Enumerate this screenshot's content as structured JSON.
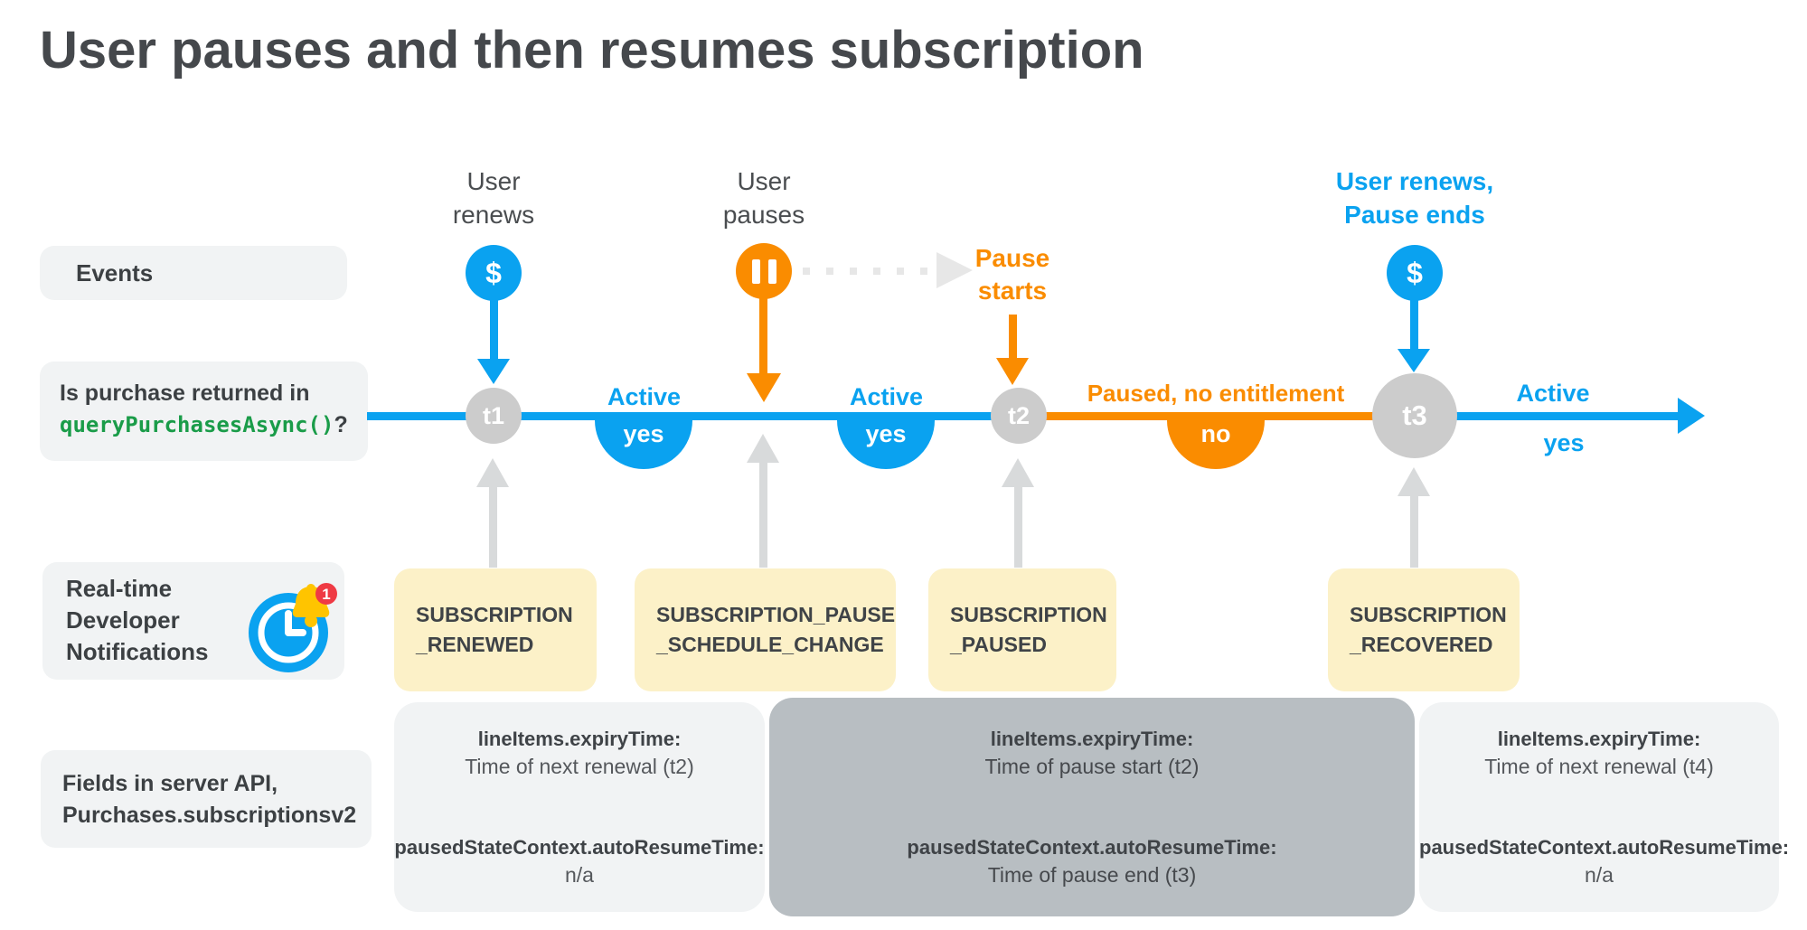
{
  "title": "User pauses and then resumes subscription",
  "colors": {
    "blue": "#0aa2f0",
    "orange": "#fa8c00",
    "gray_marker": "#cccccc",
    "gray_arrow": "#d8dadb",
    "light_box": "#f1f3f4",
    "dark_box": "#b8bec2",
    "yellow_box": "#fcf1c8",
    "code_green": "#1a9c49",
    "badge_red": "#ef3a44",
    "bell_yellow": "#ffc400"
  },
  "rows": {
    "events_label": "Events",
    "purchase_question": {
      "line1": "Is purchase returned in",
      "code": "queryPurchasesAsync()",
      "suffix": "?"
    },
    "rtdn": {
      "line1": "Real-time",
      "line2": "Developer",
      "line3": "Notifications",
      "badge": "1"
    },
    "fields": {
      "line1": "Fields in server API,",
      "line2": "Purchases.subscriptionsv2"
    }
  },
  "timeline": {
    "dollar": "$",
    "events": [
      {
        "line1": "User",
        "line2": "renews",
        "icon": "dollar-icon"
      },
      {
        "line1": "User",
        "line2": "pauses",
        "icon": "pause-icon"
      },
      {
        "line1": "Pause",
        "line2": "starts"
      },
      {
        "line1": "User renews,",
        "line2": "Pause ends",
        "icon": "dollar-icon"
      }
    ],
    "markers": [
      {
        "label": "t1"
      },
      {
        "label": "t2"
      },
      {
        "label": "t3"
      }
    ],
    "segments": [
      {
        "status": "Active",
        "returned": "yes"
      },
      {
        "status": "Active",
        "returned": "yes"
      },
      {
        "status": "Paused, no entitlement",
        "returned": "no"
      },
      {
        "status": "Active",
        "returned": "yes"
      }
    ]
  },
  "notifications": [
    {
      "line1": "SUBSCRIPTION",
      "line2": "_RENEWED"
    },
    {
      "line1": "SUBSCRIPTION_PAUSE",
      "line2": "_SCHEDULE_CHANGE"
    },
    {
      "line1": "SUBSCRIPTION",
      "line2": "_PAUSED"
    },
    {
      "line1": "SUBSCRIPTION",
      "line2": "_RECOVERED"
    }
  ],
  "api_fields": [
    {
      "field1": "lineItems.expiryTime:",
      "value1": "Time of next renewal (t2)",
      "field2": "pausedStateContext.autoResumeTime:",
      "value2": "n/a"
    },
    {
      "field1": "lineItems.expiryTime:",
      "value1": "Time of pause start (t2)",
      "field2": "pausedStateContext.autoResumeTime:",
      "value2": "Time of pause end (t3)"
    },
    {
      "field1": "lineItems.expiryTime:",
      "value1": "Time of next renewal (t4)",
      "field2": "pausedStateContext.autoResumeTime:",
      "value2": "n/a"
    }
  ]
}
